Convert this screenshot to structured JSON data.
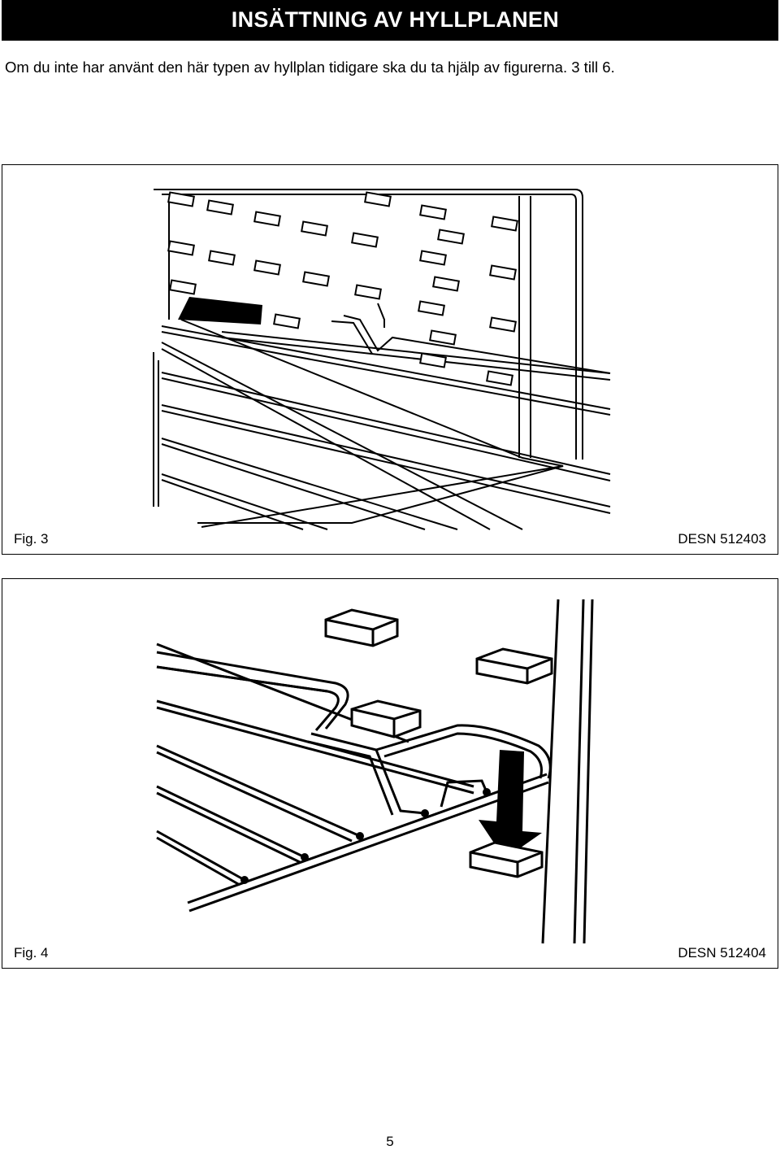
{
  "header": {
    "title": "INSÄTTNING AV HYLLPLANEN"
  },
  "intro_text": "Om du inte har använt den här typen av hyllplan tidigare ska du ta hjälp av figurerna. 3 till 6.",
  "figures": [
    {
      "label": "Fig. 3",
      "ref": "DESN 512403"
    },
    {
      "label": "Fig. 4",
      "ref": "DESN 512404"
    }
  ],
  "page_number": "5"
}
